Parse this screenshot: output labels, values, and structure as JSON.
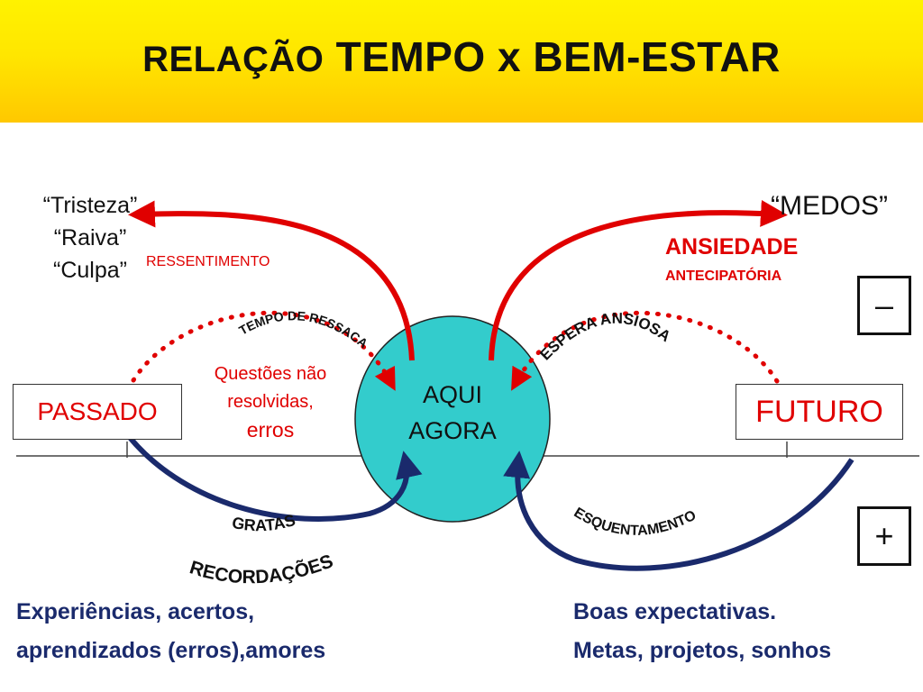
{
  "title": {
    "part1": "RELAÇÃO",
    "part2": "TEMPO x BEM-ESTAR"
  },
  "left_feelings": [
    "“Tristeza”",
    "“Raiva”",
    "“Culpa”"
  ],
  "ressentimento": "RESSENTIMENTO",
  "medos": "“MEDOS”",
  "ansiedade": "ANSIEDADE",
  "antecipatoria": "ANTECIPATÓRIA",
  "tempo_ressaca": "TEMPO DE RESSACA",
  "espera_ansiosa": "ESPERA ANSIOSA",
  "questoes": [
    "Questões não",
    "resolvidas,",
    "erros"
  ],
  "center": [
    "AQUI",
    "AGORA"
  ],
  "passado": "PASSADO",
  "futuro": "FUTURO",
  "minus": "–",
  "plus": "+",
  "gratas": "GRATAS",
  "recordacoes": "RECORDAÇÕES",
  "esquentamento": "ESQUENTAMENTO",
  "bottom_left": [
    "Experiências, acertos,",
    "aprendizados (erros),amores"
  ],
  "bottom_right": [
    "Boas expectativas.",
    "Metas, projetos, sonhos"
  ],
  "colors": {
    "banner": "#ffe600",
    "red": "#e00000",
    "navy": "#1a2a6c",
    "ellipse": "#33cccc"
  }
}
